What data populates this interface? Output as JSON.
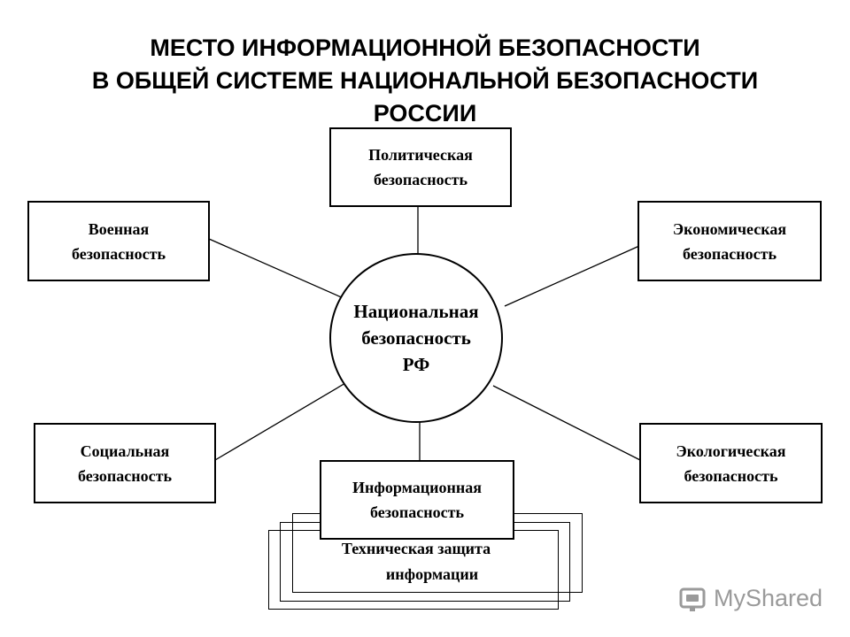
{
  "title": {
    "line1": "МЕСТО ИНФОРМАЦИОННОЙ БЕЗОПАСНОСТИ",
    "line2": "В ОБЩЕЙ СИСТЕМЕ НАЦИОНАЛЬНОЙ БЕЗОПАСНОСТИ",
    "line3": "РОССИИ"
  },
  "center": {
    "line1": "Национальная",
    "line2": "безопасность",
    "line3": "РФ"
  },
  "nodes": {
    "political": {
      "line1": "Политическая",
      "line2": "безопасность"
    },
    "military": {
      "line1": "Военная",
      "line2": "безопасность"
    },
    "economic": {
      "line1": "Экономическая",
      "line2": "безопасность"
    },
    "social": {
      "line1": "Социальная",
      "line2": "безопасность"
    },
    "ecological": {
      "line1": "Экологическая",
      "line2": "безопасность"
    },
    "informational": {
      "line1": "Информационная",
      "line2": "безопасность"
    }
  },
  "technical": {
    "line1": "Техническая защита",
    "line2": "информации"
  },
  "watermark": {
    "text": "MyShared",
    "icon": "mysha red-logo-icon"
  }
}
